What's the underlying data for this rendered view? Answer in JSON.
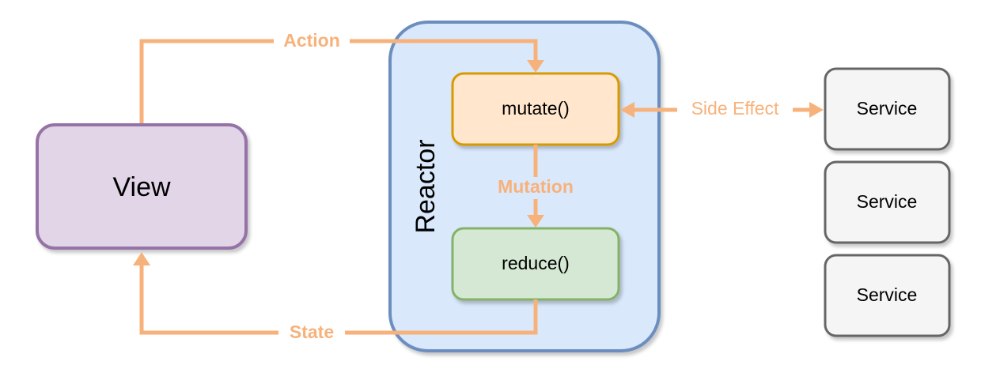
{
  "nodes": {
    "view": {
      "label": "View",
      "fill": "#e1d5e7",
      "stroke": "#9673a6"
    },
    "reactor": {
      "label": "Reactor",
      "fill": "#dae8fc",
      "stroke": "#6c8ebf"
    },
    "mutate": {
      "label": "mutate()",
      "fill": "#ffe6cc",
      "stroke": "#d79b00"
    },
    "reduce": {
      "label": "reduce()",
      "fill": "#d5e8d4",
      "stroke": "#82b366"
    },
    "services": [
      {
        "label": "Service"
      },
      {
        "label": "Service"
      },
      {
        "label": "Service"
      }
    ],
    "service_fill": "#f5f5f5",
    "service_stroke": "#666666"
  },
  "edges": {
    "action": {
      "label": "Action"
    },
    "mutation": {
      "label": "Mutation"
    },
    "state": {
      "label": "State"
    },
    "side_effect": {
      "label": "Side Effect"
    },
    "color": "#f7b27b"
  }
}
